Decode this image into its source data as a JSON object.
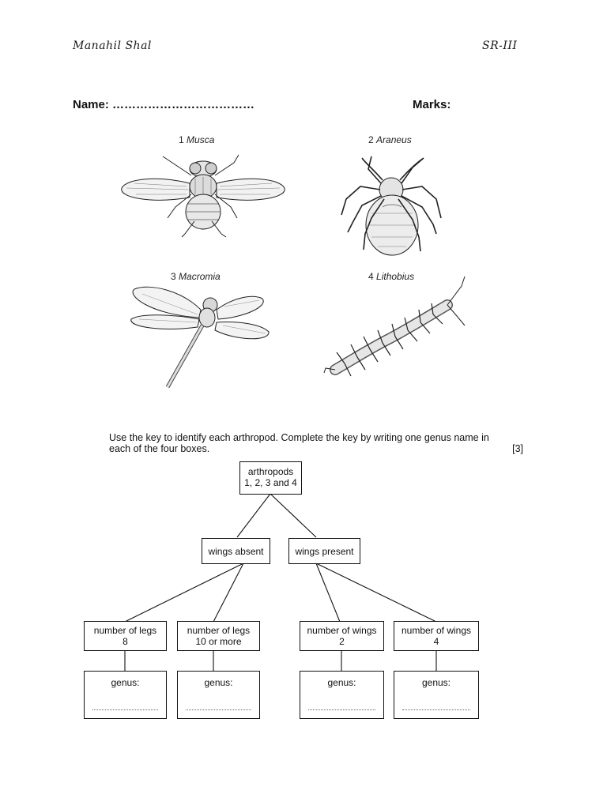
{
  "header": {
    "student_name": "Manahil Shal",
    "class_code": "SR-III"
  },
  "form": {
    "name_label": "Name: ………………………………",
    "marks_label": "Marks:"
  },
  "specimens": [
    {
      "num": "1",
      "genus": "Musca"
    },
    {
      "num": "2",
      "genus": "Araneus"
    },
    {
      "num": "3",
      "genus": "Macromia"
    },
    {
      "num": "4",
      "genus": "Lithobius"
    }
  ],
  "question": {
    "line1": "Use the key to identify each arthropod. Complete the key by writing one genus name in",
    "line2": "each of the four boxes.",
    "marks": "[3]"
  },
  "key": {
    "root_line1": "arthropods",
    "root_line2": "1, 2, 3 and 4",
    "wings_absent": "wings absent",
    "wings_present": "wings present",
    "legs8_line1": "number of legs",
    "legs8_line2": "8",
    "legs10_line1": "number of legs",
    "legs10_line2": "10 or more",
    "wings2_line1": "number of wings",
    "wings2_line2": "2",
    "wings4_line1": "number of wings",
    "wings4_line2": "4",
    "genus_label": "genus:"
  }
}
